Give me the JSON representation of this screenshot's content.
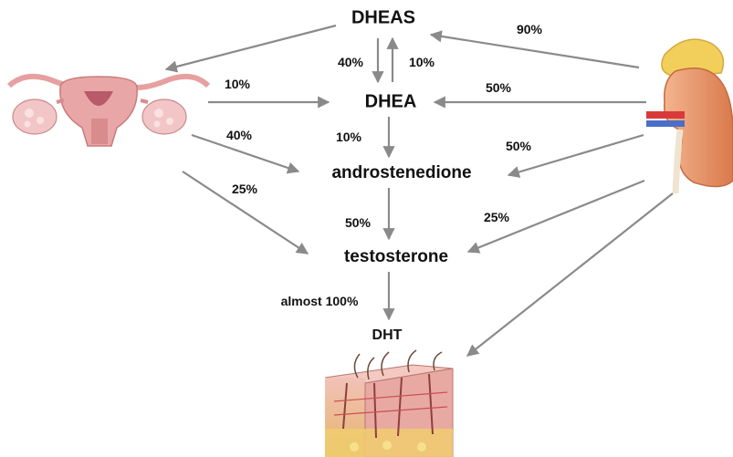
{
  "nodes": {
    "dheas": "DHEAS",
    "dhea": "DHEA",
    "androstenedione": "androstenedione",
    "testosterone": "testosterone",
    "dht": "DHT"
  },
  "edges": {
    "ovary_to_dhea": "10%",
    "ovary_to_androstenedione": "40%",
    "ovary_to_testosterone": "25%",
    "dheas_to_dhea": "40%",
    "dhea_to_dheas": "10%",
    "dhea_to_androstenedione": "10%",
    "androstenedione_to_testosterone": "50%",
    "testosterone_to_dht": "almost 100%",
    "adrenal_to_dheas": "90%",
    "adrenal_to_dhea": "50%",
    "adrenal_to_androstenedione": "50%",
    "adrenal_to_testosterone": "25%"
  },
  "colors": {
    "arrow": "#8a8a8a",
    "ovary_pink": "#e9a6a6",
    "kidney": "#e8956b",
    "adrenal": "#f2cf5a",
    "skin": "#e9a9a3"
  },
  "icons": {
    "ovary": "female-reproductive-organs-icon",
    "kidney": "kidney-adrenal-icon",
    "skin": "skin-cross-section-icon"
  }
}
